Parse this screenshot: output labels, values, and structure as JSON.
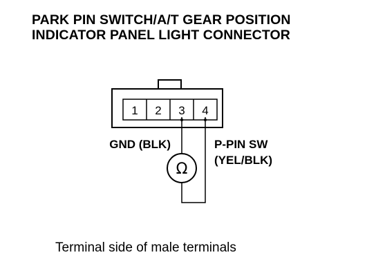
{
  "title": {
    "line1": "PARK PIN SWITCH/A/T GEAR POSITION",
    "line2": "INDICATOR PANEL LIGHT CONNECTOR"
  },
  "connector": {
    "pins": [
      "1",
      "2",
      "3",
      "4"
    ]
  },
  "labels": {
    "gnd": "GND (BLK)",
    "ppin_line1": "P-PIN SW",
    "ppin_line2": "(YEL/BLK)"
  },
  "meter": {
    "symbol": "Ω"
  },
  "caption": "Terminal side of male terminals",
  "colors": {
    "ink": "#000000",
    "background": "#ffffff"
  }
}
